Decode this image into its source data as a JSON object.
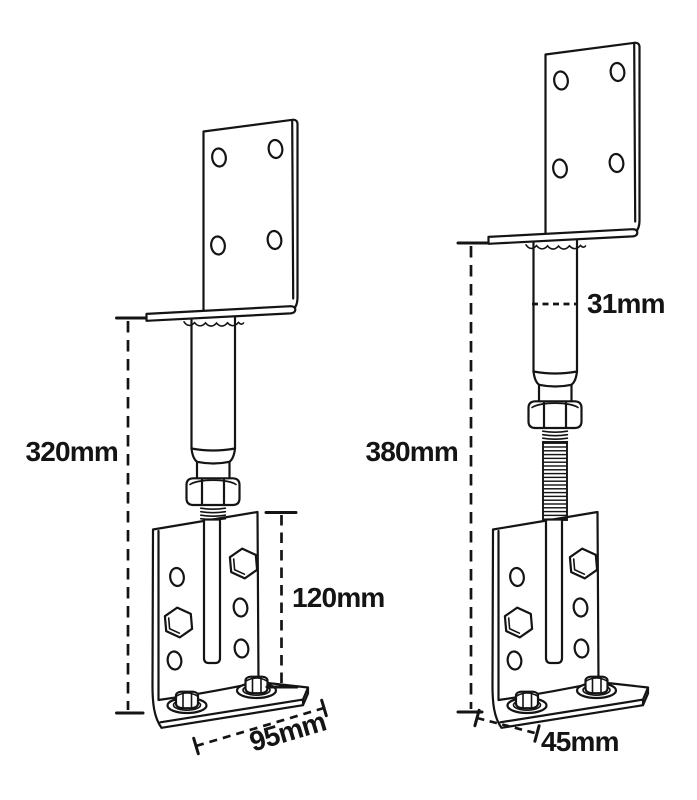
{
  "canvas": {
    "background": "#ffffff",
    "line_color": "#141414",
    "description": "Technical line diagram of two adjustable bolt-down post supports with dimensions"
  },
  "left_support": {
    "overall_height": "320mm",
    "bracket_height": "120mm",
    "base_width": "95mm"
  },
  "right_support": {
    "overall_height": "380mm",
    "tube_diameter": "31mm",
    "base_depth": "45mm"
  }
}
